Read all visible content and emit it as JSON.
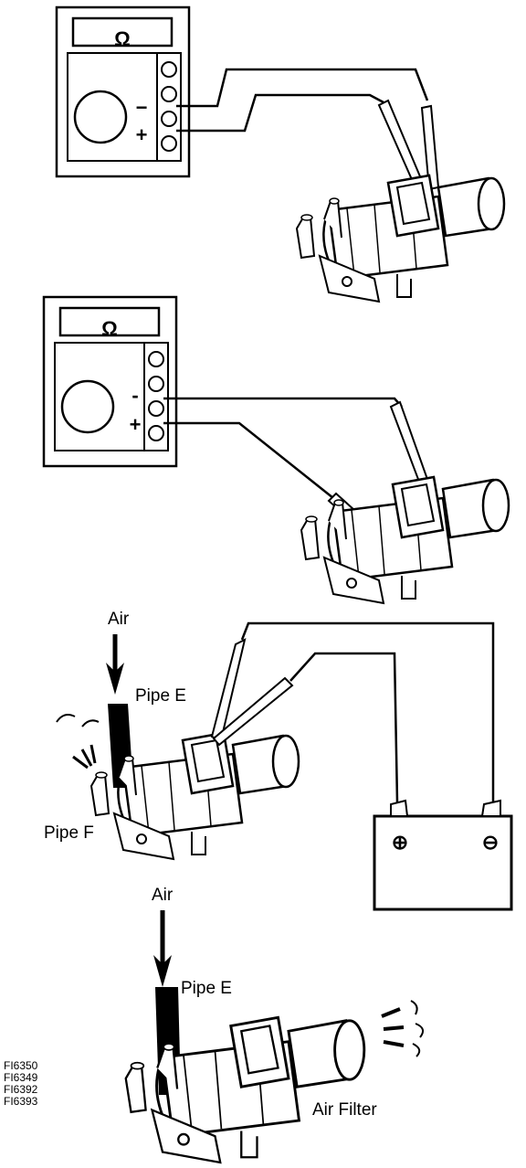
{
  "meter1": {
    "display": "Ω",
    "minus": "−",
    "plus": "+"
  },
  "meter2": {
    "display": "Ω",
    "minus": "-",
    "plus": "+"
  },
  "step3": {
    "air_label": "Air",
    "pipe_e_label": "Pipe E",
    "pipe_f_label": "Pipe F"
  },
  "battery": {
    "positive_symbol": "⊕",
    "negative_symbol": "⊖"
  },
  "step4": {
    "air_label": "Air",
    "pipe_e_label": "Pipe E",
    "air_filter_label": "Air Filter"
  },
  "figure_codes": [
    "FI6350",
    "FI6349",
    "FI6392",
    "FI6393"
  ]
}
